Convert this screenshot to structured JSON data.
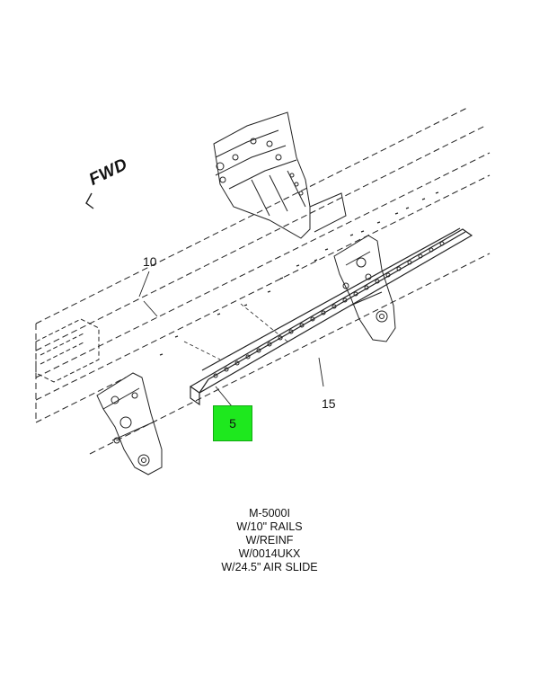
{
  "diagram": {
    "direction_label": "FWD",
    "callouts": {
      "frame_rail": "10",
      "reinforcement": "15",
      "highlighted_part": "5"
    },
    "caption_lines": [
      "M-5000I",
      "W/10\" RAILS",
      "W/REINF",
      "W/0014UKX",
      "W/24.5\" AIR SLIDE"
    ],
    "highlight_color": "#1ee81e"
  }
}
